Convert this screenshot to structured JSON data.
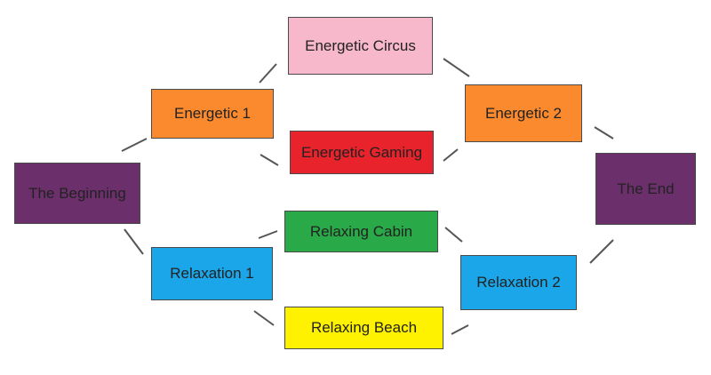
{
  "diagram": {
    "nodes": {
      "beginning": {
        "label": "The Beginning",
        "color": "#6b2f6b"
      },
      "energetic1": {
        "label": "Energetic 1",
        "color": "#fb8a2e"
      },
      "energetic_circus": {
        "label": "Energetic Circus",
        "color": "#f7b8cc"
      },
      "energetic_gaming": {
        "label": "Energetic Gaming",
        "color": "#e8232b"
      },
      "energetic2": {
        "label": "Energetic 2",
        "color": "#fb8a2e"
      },
      "the_end": {
        "label": "The End",
        "color": "#6b2f6b"
      },
      "relaxing_cabin": {
        "label": "Relaxing Cabin",
        "color": "#29a948"
      },
      "relaxation1": {
        "label": "Relaxation 1",
        "color": "#1aa6e8"
      },
      "relaxing_beach": {
        "label": "Relaxing Beach",
        "color": "#fef200"
      },
      "relaxation2": {
        "label": "Relaxation 2",
        "color": "#1aa6e8"
      }
    }
  }
}
